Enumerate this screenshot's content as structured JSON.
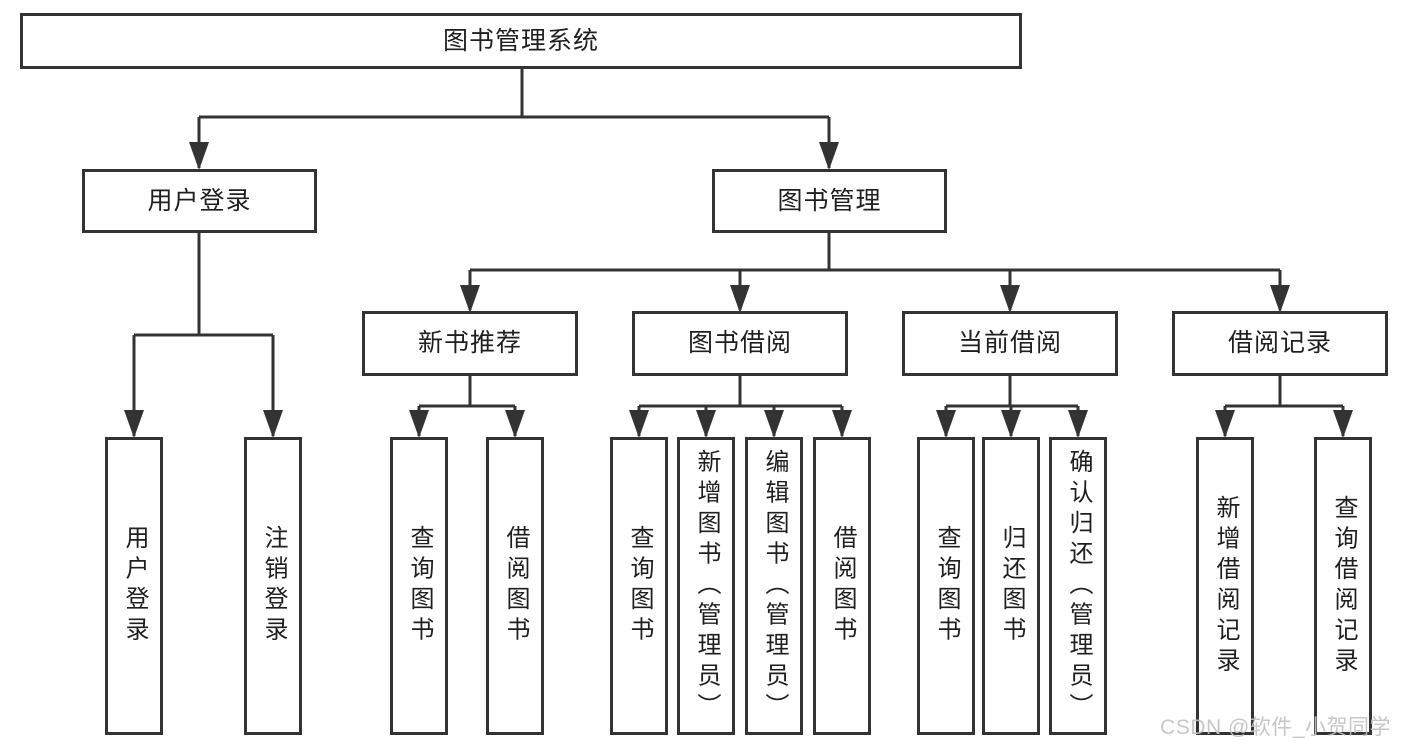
{
  "watermark": {
    "text": "CSDN @软件_小贺同学"
  },
  "colors": {
    "line": "#333333",
    "box_border": "#333333",
    "box_background": "#ffffff",
    "text": "#1f1f1f",
    "watermark": "#c3c3c3"
  },
  "tree": {
    "root": {
      "label": "图书管理系统",
      "children": [
        {
          "label": "用户登录",
          "children": [
            {
              "label": "用户登录"
            },
            {
              "label": "注销登录"
            }
          ]
        },
        {
          "label": "图书管理",
          "children": [
            {
              "label": "新书推荐",
              "children": [
                {
                  "label": "查询图书"
                },
                {
                  "label": "借阅图书"
                }
              ]
            },
            {
              "label": "图书借阅",
              "children": [
                {
                  "label": "查询图书"
                },
                {
                  "label": "新增图书（管理员）"
                },
                {
                  "label": "编辑图书（管理员）"
                },
                {
                  "label": "借阅图书"
                }
              ]
            },
            {
              "label": "当前借阅",
              "children": [
                {
                  "label": "查询图书"
                },
                {
                  "label": "归还图书"
                },
                {
                  "label": "确认归还（管理员）"
                }
              ]
            },
            {
              "label": "借阅记录",
              "children": [
                {
                  "label": "新增借阅记录"
                },
                {
                  "label": "查询借阅记录"
                }
              ]
            }
          ]
        }
      ]
    }
  }
}
